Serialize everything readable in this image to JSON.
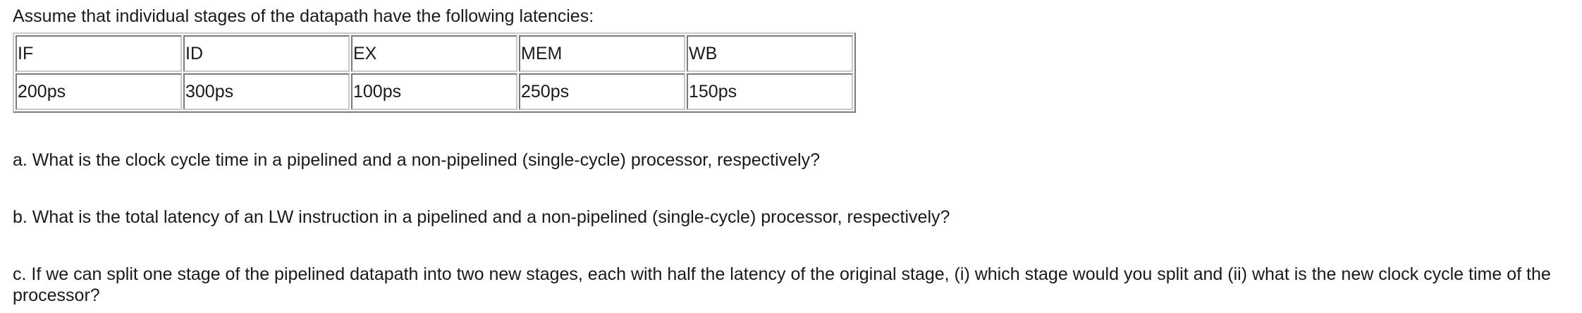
{
  "intro": "Assume that individual stages of the datapath have the following latencies:",
  "table": {
    "stages": [
      "IF",
      "ID",
      "EX",
      "MEM",
      "WB"
    ],
    "latencies": [
      "200ps",
      "300ps",
      "100ps",
      "250ps",
      "150ps"
    ]
  },
  "questions": {
    "a": "a. What is the clock cycle time in a pipelined and a non-pipelined (single-cycle) processor, respectively?",
    "b": "b. What is the total latency of an LW instruction in a pipelined and a non-pipelined (single-cycle) processor, respectively?",
    "c": "c. If we can split one stage of the pipelined datapath into two new stages, each with half the latency of the original stage, (i) which stage would you split and (ii) what is the new clock cycle time of the processor?"
  }
}
